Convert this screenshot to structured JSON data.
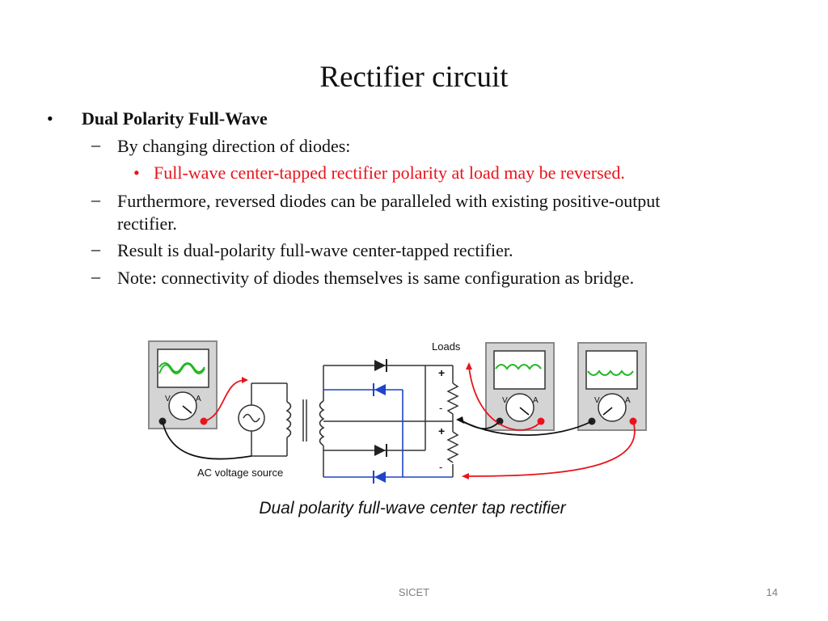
{
  "slide": {
    "title": "Rectifier circuit",
    "bullets": {
      "b1": "Dual Polarity Full-Wave",
      "s1": "By changing direction of diodes:",
      "t1": "Full-wave center-tapped rectifier polarity at load may be reversed.",
      "s2_line1": "Furthermore, reversed diodes can be paralleled with existing positive-output",
      "s2_line2": "rectifier.",
      "s3": "Result is dual-polarity full-wave center-tapped rectifier.",
      "s4": "Note: connectivity of diodes themselves is same configuration as  bridge."
    },
    "markers": {
      "bullet": "•",
      "dash": "–"
    },
    "figure": {
      "loads_label": "Loads",
      "source_label": "AC voltage source",
      "plus": "+",
      "minus": "-",
      "volt_label": "V",
      "amp_label": "A"
    },
    "caption": "Dual polarity full-wave center tap rectifier",
    "footer": "SICET",
    "page_number": "14"
  }
}
